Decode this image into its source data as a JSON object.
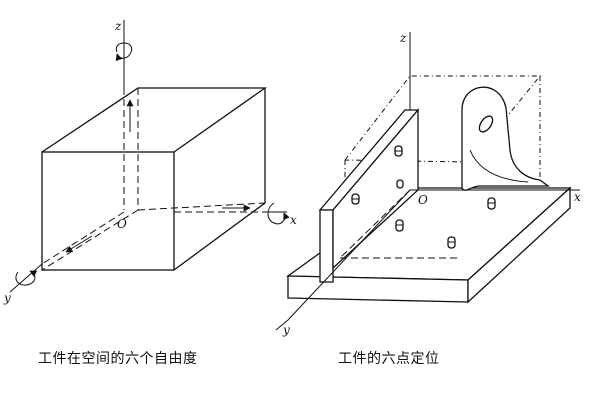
{
  "diagram": {
    "captions": {
      "left": "工件在空间的六个自由度",
      "right": "工件的六点定位"
    },
    "labels": {
      "left_origin": "O",
      "left_z": "z",
      "left_x": "x",
      "left_y": "y",
      "right_origin": "O",
      "right_z": "z",
      "right_x": "x",
      "right_y": "y"
    }
  }
}
